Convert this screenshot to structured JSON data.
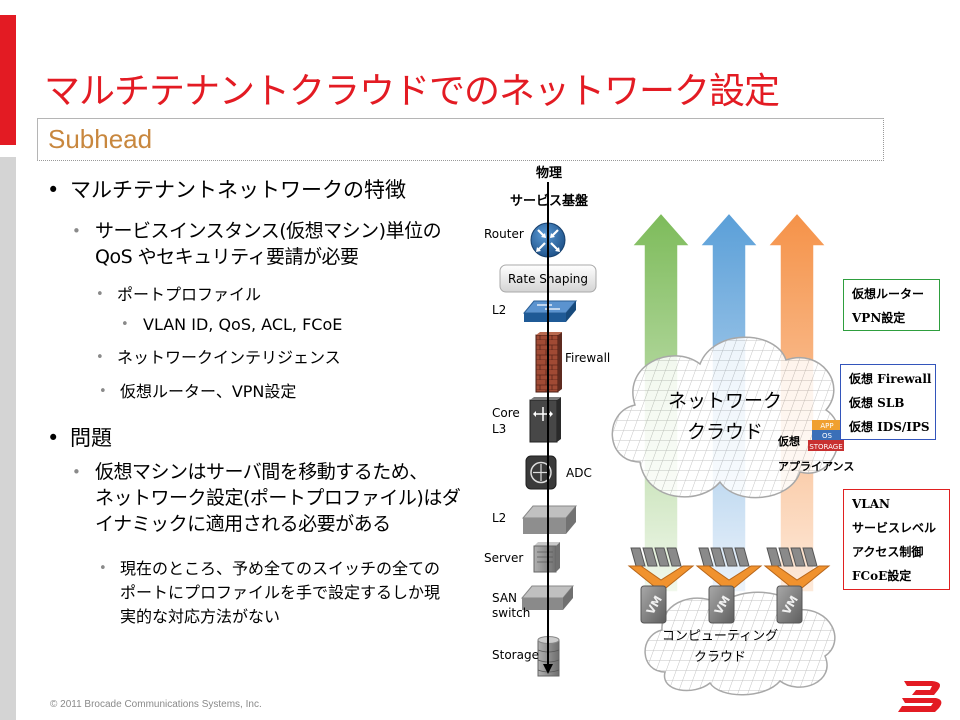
{
  "slide": {
    "title": "マルチテナントクラウドでのネットワーク設定",
    "subhead": "Subhead",
    "footer": "© 2011 Brocade Communications Systems, Inc."
  },
  "bullets": {
    "features": {
      "text": "マルチテナントネットワークの特徴",
      "detail": {
        "lines": [
          "サービスインスタンス(仮想マシン)単位の",
          "QoS やセキュリティ要請が必要"
        ],
        "items": [
          {
            "text": "ポートプロファイル",
            "sub": "VLAN ID, QoS, ACL, FCoE"
          },
          {
            "text": "ネットワークインテリジェンス"
          },
          {
            "text": "仮想ルーター、VPN設定"
          }
        ]
      }
    },
    "problem": {
      "text": "問題",
      "detail": {
        "lines": [
          "仮想マシンはサーバ間を移動するため、",
          "ネットワーク設定(ポートプロファイル)はダ",
          "イナミックに適用される必要がある"
        ],
        "items": [
          {
            "lines": [
              "現在のところ、予め全てのスイッチの全ての",
              "ポートにプロファイルを手で設定するしか現",
              "実的な対応方法がない"
            ]
          }
        ]
      }
    }
  },
  "diagram": {
    "header": [
      "物理",
      "サービス基盤"
    ],
    "stack": {
      "router": "Router",
      "rate_shaping": "Rate Shaping",
      "l2_top": "L2",
      "firewall": "Firewall",
      "core": [
        "Core",
        "L3"
      ],
      "adc": "ADC",
      "l2_bottom": "L2",
      "server": "Server",
      "san": [
        "SAN",
        "switch"
      ],
      "storage": "Storage"
    },
    "network_cloud": [
      "ネットワーク",
      "クラウド"
    ],
    "appliance": {
      "label": [
        "仮想",
        "アプライアンス"
      ],
      "layers": [
        "APP",
        "OS",
        "STORAGE"
      ]
    },
    "vm_label": "VM",
    "compute_cloud": [
      "コンピューティング",
      "クラウド"
    ],
    "callouts": {
      "router": [
        "仮想ルーター",
        "VPN設定"
      ],
      "services": [
        "仮想 Firewall",
        "仮想 SLB",
        "仮想 IDS/IPS"
      ],
      "edge": [
        "VLAN",
        "サービスレベル",
        "アクセス制御",
        "FCoE設定"
      ]
    }
  },
  "colors": {
    "title": "#e31b23",
    "subhead": "#c8873e",
    "box-green": "#2e9e3e",
    "box-blue": "#3355bb",
    "box-red": "#e02020",
    "arrow-green": "#7dbb5a",
    "arrow-blue": "#5a9fd8",
    "arrow-orange": "#f59248",
    "brand-red": "#e31b23"
  }
}
